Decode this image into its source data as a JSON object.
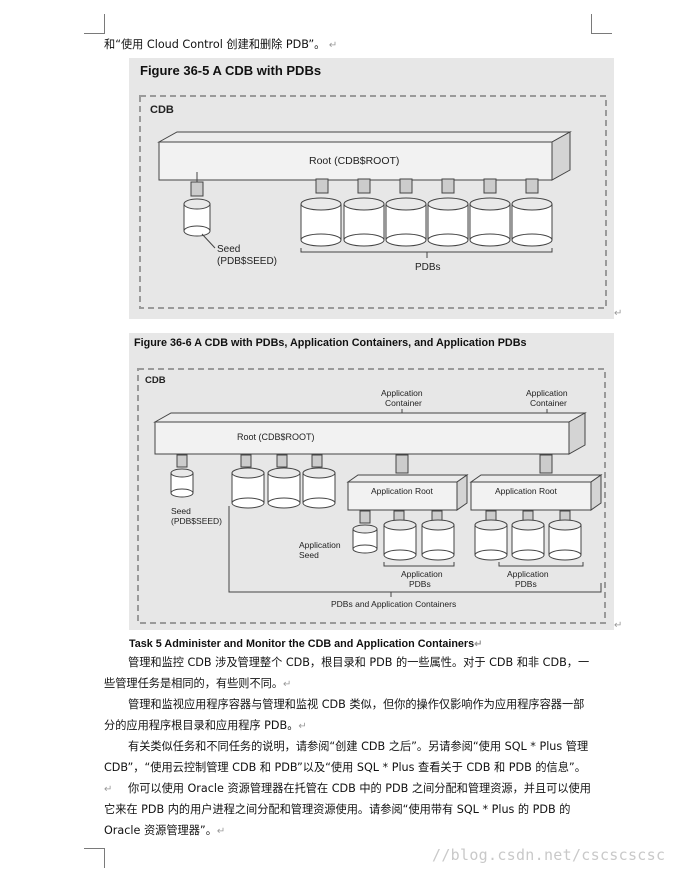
{
  "top_line": "和“使用 Cloud Control 创建和删除 PDB”。",
  "para_mark": "↵",
  "figure1": {
    "title": "Figure 36-5    A CDB with PDBs",
    "cdb_label": "CDB",
    "root_label": "Root (CDB$ROOT)",
    "seed_line1": "Seed",
    "seed_line2": "(PDB$SEED)",
    "pdbs_label": "PDBs"
  },
  "figure2": {
    "title": "Figure 36-6    A CDB with PDBs, Application Containers, and Application PDBs",
    "cdb_label": "CDB",
    "app_container_1": "Application",
    "app_container_2": "Container",
    "root_label": "Root (CDB$ROOT)",
    "seed_line1": "Seed",
    "seed_line2": "(PDB$SEED)",
    "app_root": "Application Root",
    "app_seed_1": "Application",
    "app_seed_2": "Seed",
    "app_pdbs_1": "Application",
    "app_pdbs_2": "PDBs",
    "bottom_label": "PDBs and Application Containers"
  },
  "task_heading": "Task 5 Administer and Monitor the CDB and Application Containers",
  "p1": "管理和监控 CDB 涉及管理整个 CDB，根目录和 PDB 的一些属性。对于 CDB 和非 CDB，一些管理任务是相同的，有些则不同。",
  "p2": "管理和监视应用程序容器与管理和监视 CDB 类似，但你的操作仅影响作为应用程序容器一部分的应用程序根目录和应用程序 PDB。",
  "p3": "有关类似任务和不同任务的说明，请参阅“创建 CDB 之后”。另请参阅“使用 SQL * Plus 管理 CDB”，“使用云控制管理 CDB 和 PDB”以及“使用 SQL * Plus 查看关于 CDB 和 PDB 的信息”。",
  "p4": "你可以使用 Oracle 资源管理器在托管在 CDB 中的 PDB 之间分配和管理资源，并且可以使用它来在 PDB 内的用户进程之间分配和管理资源使用。请参阅“使用带有 SQL * Plus 的 PDB 的 Oracle 资源管理器”。",
  "watermark": "//blog.csdn.net/cscscscsc"
}
